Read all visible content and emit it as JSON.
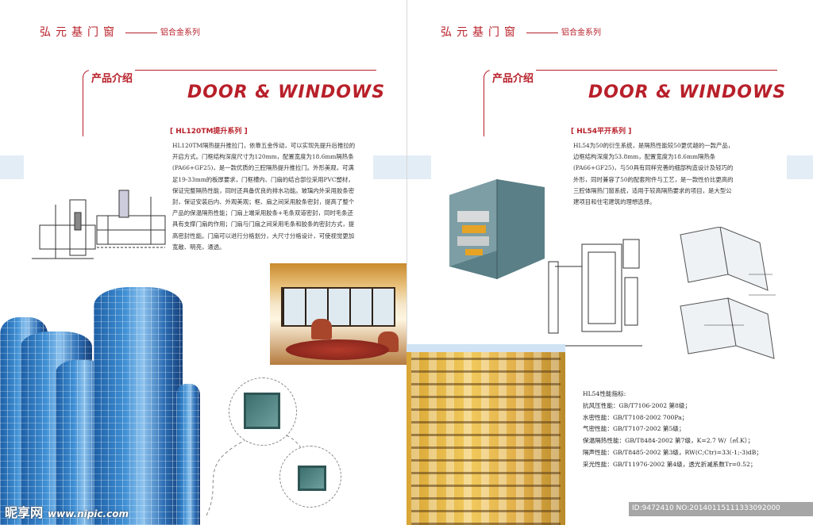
{
  "left": {
    "brand": "弘元基门窗",
    "series": "铝合金系列",
    "intro_tag": "产品介绍",
    "big_title": "DOOR & WINDOWS",
    "sub_title": "HL120TM提升系列",
    "bracket_open": "[",
    "bracket_close": "]",
    "body": [
      "HL120TM隔热提升推拉门，依靠五金传动，可以实现先提升后推拉的",
      "开启方式。门框结构深度尺寸为120mm，配置宽度为18.6mm隔热条",
      "(PA66+GF25)，是一款优质的三腔隔热提升推拉门。外形美观，可满",
      "足19-33mm的板厚要求，门框槽内、门扇的结合部位采用PVC塑材，",
      "保证完整隔热性能，同时还具备优良的排水功能。玻璃内外采用胶条密",
      "封，保证安装后内、外观美观；框、扇之间采用胶条密封，提高了整个",
      "产品的保温隔热性能；门扇上端采用胶条+毛条双道密封，同时毛条还",
      "具有支撑门扇的作用；门扇与门扇之间采用毛条和胶条的密封方式，提",
      "高密封性能。门扇可以进行分格划分，大尺寸分格设计，可使视觉更加",
      "宽敞、明亮，通透。"
    ]
  },
  "right": {
    "brand": "弘元基门窗",
    "series": "铝合金系列",
    "intro_tag": "产品介绍",
    "big_title": "DOOR & WINDOWS",
    "sub_title": "HL54平开系列",
    "bracket_open": "[",
    "bracket_close": "]",
    "body": [
      "HL54为50的衍生系统，是隔热性能较50更优越的一款产品，",
      "边框结构深度为53.8mm，配置宽度为18.6mm隔热条",
      "(PA66+GF25)，与50具有同样完善的细部构造设计及轻巧的",
      "外形，同时兼容了50的配套附件与工艺，是一款性价比更高的",
      "三腔体隔热门窗系统，适用于较高隔热要求的项目，是大型公",
      "建项目和住宅建筑的理想选择。"
    ],
    "perf_title": "HL54性能指标:",
    "perf": [
      "抗风压性能：GB/T7106-2002 第8级；",
      "水密性能：GB/T7108-2002 700Pa；",
      "气密性能：GB/T7107-2002 第5级；",
      "保温隔热性能：GB/T8484-2002 第7级，K=2.7 W/（㎡.K）；",
      "隔声性能：GB/T8485-2002 第3级，RW(C;Ctr)=33(-1;-3)dB；",
      "采光性能：GB/T11976-2002 第4级，透光折减系数Tr=0.52；"
    ]
  },
  "watermark": {
    "logo": "昵享网",
    "url": "www.nipic.com",
    "id_text": "ID:9472410 NO:20140115111333092000"
  },
  "colors": {
    "accent": "#b8202a",
    "band": "#e3edf6"
  }
}
